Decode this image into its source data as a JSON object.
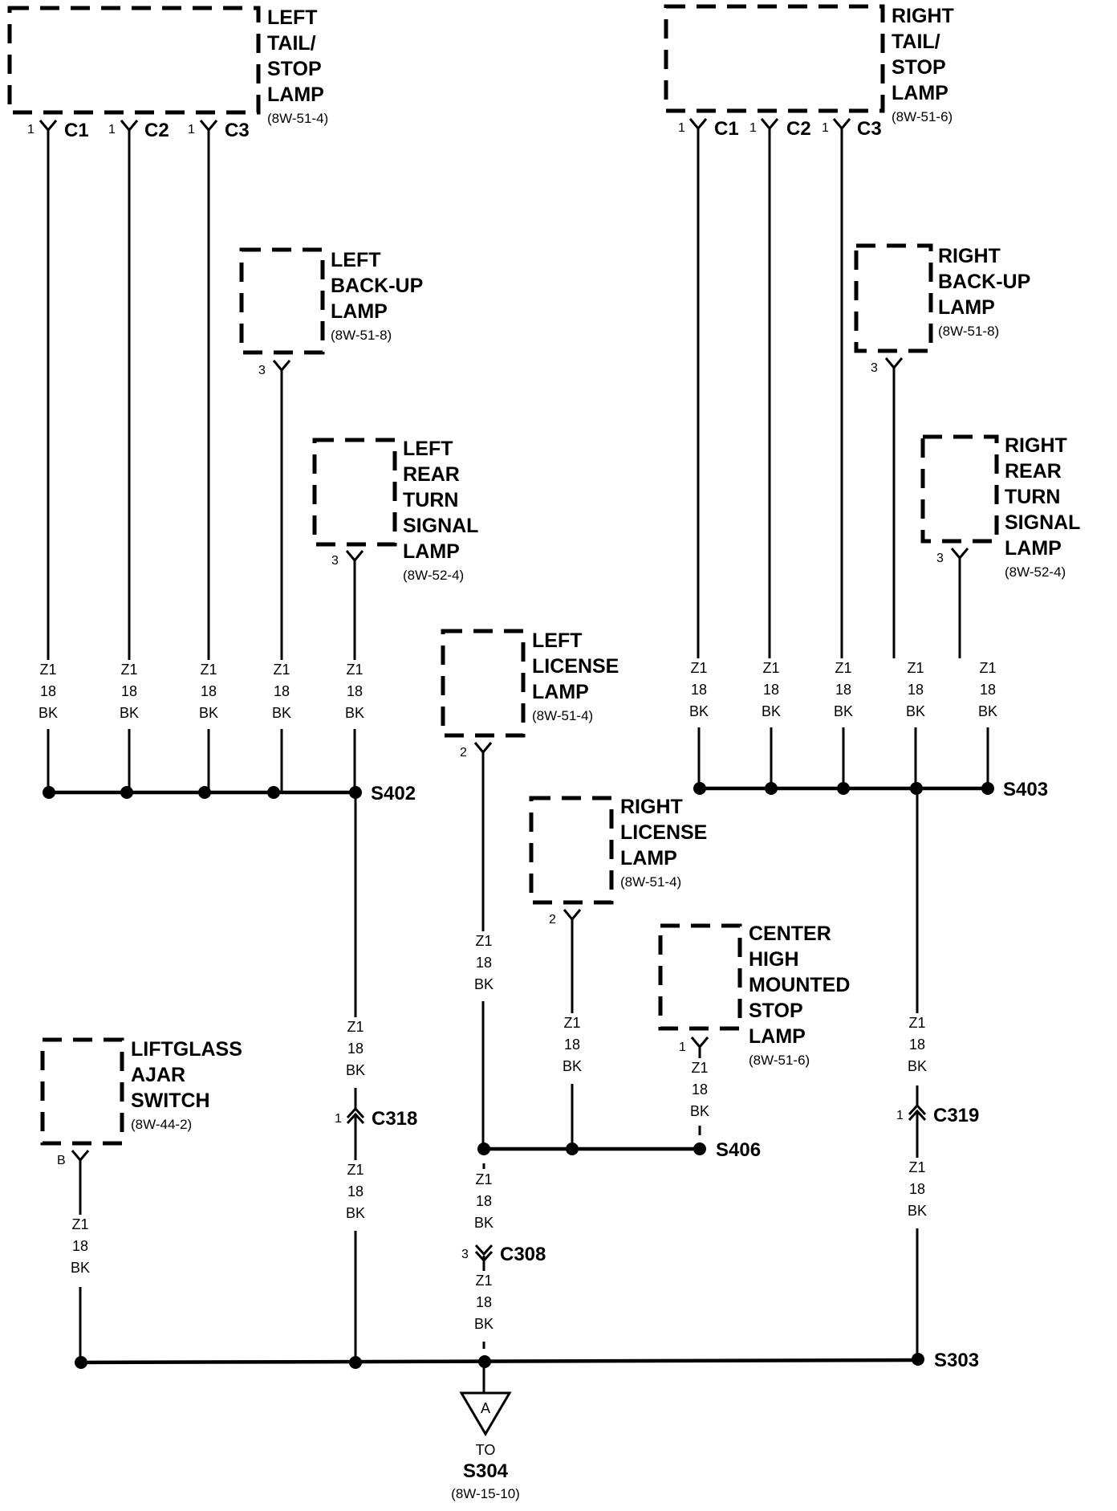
{
  "components": [
    {
      "id": "left-tail-stop-lamp",
      "lines": [
        "LEFT",
        "TAIL/",
        "STOP",
        "LAMP"
      ],
      "ref": "(8W-51-4)"
    },
    {
      "id": "right-tail-stop-lamp",
      "lines": [
        "RIGHT",
        "TAIL/",
        "STOP",
        "LAMP"
      ],
      "ref": "(8W-51-6)"
    },
    {
      "id": "left-back-up-lamp",
      "lines": [
        "LEFT",
        "BACK-UP",
        "LAMP"
      ],
      "ref": "(8W-51-8)"
    },
    {
      "id": "right-back-up-lamp",
      "lines": [
        "RIGHT",
        "BACK-UP",
        "LAMP"
      ],
      "ref": "(8W-51-8)"
    },
    {
      "id": "left-rear-turn-signal-lamp",
      "lines": [
        "LEFT",
        "REAR",
        "TURN",
        "SIGNAL",
        "LAMP"
      ],
      "ref": "(8W-52-4)"
    },
    {
      "id": "right-rear-turn-signal-lamp",
      "lines": [
        "RIGHT",
        "REAR",
        "TURN",
        "SIGNAL",
        "LAMP"
      ],
      "ref": "(8W-52-4)"
    },
    {
      "id": "left-license-lamp",
      "lines": [
        "LEFT",
        "LICENSE",
        "LAMP"
      ],
      "ref": "(8W-51-4)"
    },
    {
      "id": "right-license-lamp",
      "lines": [
        "RIGHT",
        "LICENSE",
        "LAMP"
      ],
      "ref": "(8W-51-4)"
    },
    {
      "id": "center-high-mounted-stop-lamp",
      "lines": [
        "CENTER",
        "HIGH",
        "MOUNTED",
        "STOP",
        "LAMP"
      ],
      "ref": "(8W-51-6)"
    },
    {
      "id": "liftglass-ajar-switch",
      "lines": [
        "LIFTGLASS",
        "AJAR",
        "SWITCH"
      ],
      "ref": "(8W-44-2)"
    }
  ],
  "pins": {
    "left_tail": [
      {
        "pin": "1",
        "conn": "C1"
      },
      {
        "pin": "1",
        "conn": "C2"
      },
      {
        "pin": "1",
        "conn": "C3"
      }
    ],
    "right_tail": [
      {
        "pin": "1",
        "conn": "C1"
      },
      {
        "pin": "1",
        "conn": "C2"
      },
      {
        "pin": "1",
        "conn": "C3"
      }
    ],
    "left_backup": "3",
    "right_backup": "3",
    "left_turn": "3",
    "right_turn": "3",
    "left_license": "2",
    "right_license": "2",
    "chmsl": "1",
    "liftglass": "B"
  },
  "wire": {
    "circuit": "Z1",
    "gauge": "18",
    "color": "BK"
  },
  "splices": {
    "s402": "S402",
    "s403": "S403",
    "s406": "S406",
    "s303": "S303"
  },
  "inline_connectors": [
    {
      "id": "c318",
      "pin": "1",
      "name": "C318"
    },
    {
      "id": "c319",
      "pin": "1",
      "name": "C319"
    },
    {
      "id": "c308",
      "pin": "3",
      "name": "C308"
    }
  ],
  "offpage": {
    "letter": "A",
    "to": "TO",
    "dest": "S304",
    "ref": "(8W-15-10)"
  }
}
